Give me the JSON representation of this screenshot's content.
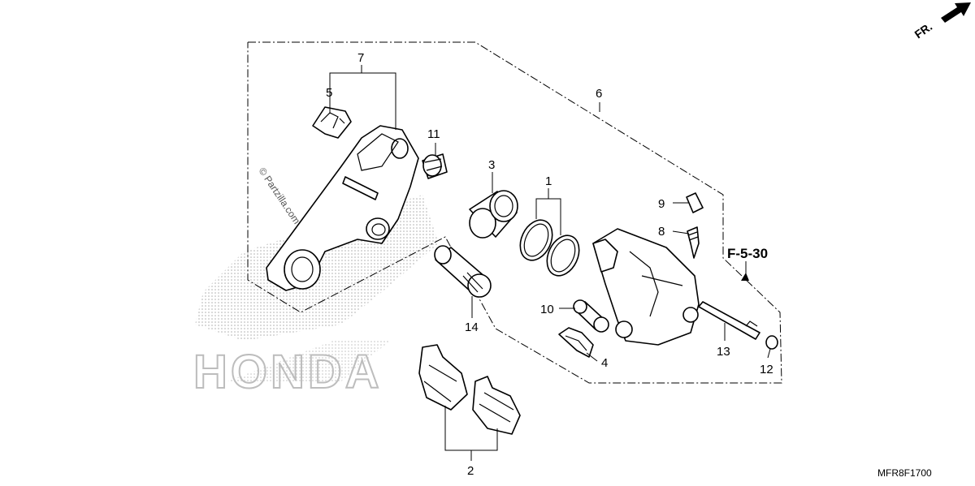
{
  "diagram": {
    "direction_label": "FR.",
    "reference_label": "F-5-30",
    "figure_code": "MFR8F1700",
    "watermark": "© Partzilla.com",
    "brand_watermark": "HONDA",
    "callouts": {
      "c1": "1",
      "c2": "2",
      "c3": "3",
      "c4": "4",
      "c5": "5",
      "c6": "6",
      "c7": "7",
      "c8": "8",
      "c9": "9",
      "c10": "10",
      "c11": "11",
      "c12": "12",
      "c13": "13",
      "c14": "14"
    }
  }
}
